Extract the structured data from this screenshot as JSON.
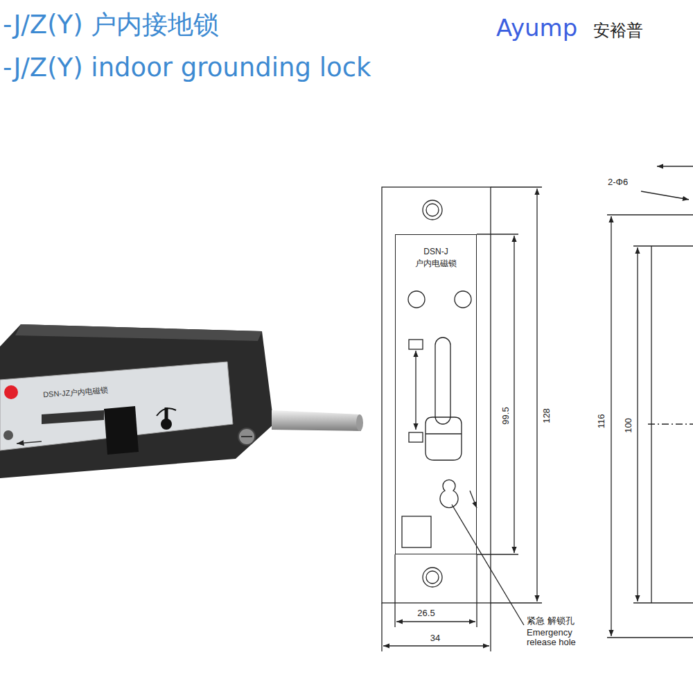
{
  "diagram": {
    "title": "-J/Z(Y) 户内接地锁",
    "nodes": [
      {
        "text": [
          "DSN-J",
          "户内电磁锁"
        ]
      }
    ],
    "labels": [
      "-J/Z(Y) indoor grounding lock",
      "Ayump",
      "安裕普",
      "DSN-JZ户内电磁锁",
      "99.5",
      "128",
      "26.5",
      "34",
      "紧急 解锁孔",
      "Emergency release hole",
      "2-Φ6",
      "116",
      "100"
    ]
  }
}
